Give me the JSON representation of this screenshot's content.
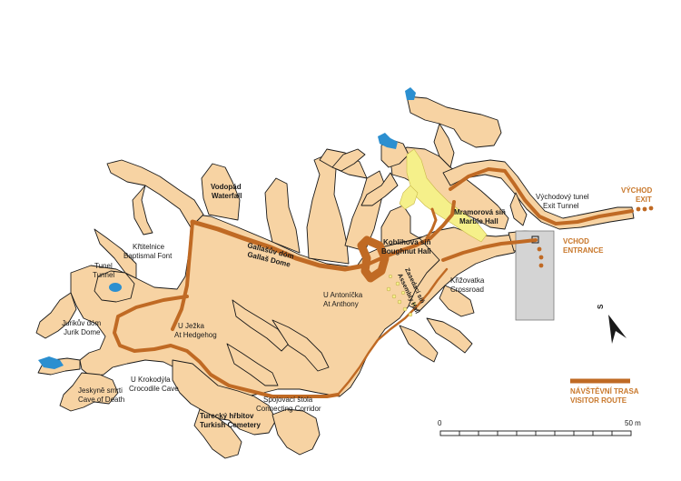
{
  "colors": {
    "cave_fill": "#f7d3a3",
    "cave_outline": "#1a1a1a",
    "route": "#c06a24",
    "water": "#2b8fd0",
    "marble": "#f5f08a",
    "entrance_building": "#d4d4d4"
  },
  "labels": {
    "vodopad_cz": "Vodopád",
    "vodopad_en": "Waterfall",
    "galasuv_cz": "Gallašův dóm",
    "galasuv_en": "Gallaš Dome",
    "krtitelnice_cz": "Křtitelnice",
    "krtitelnice_en": "Baptismal Font",
    "tunel_cz": "Tunel",
    "tunel_en": "Tunnel",
    "jurikuv_cz": "Jurikův dóm",
    "jurikuv_en": "Jurik Dome",
    "u_jezka_cz": "U Ježka",
    "u_jezka_en": "At Hedgehog",
    "krokodyla_cz": "U Krokodýla",
    "krokodyla_en": "Crocodile Cave",
    "jeskyne_smrti_cz": "Jeskyně smrti",
    "jeskyne_smrti_en": "Cave of Death",
    "turecky_cz": "Turecký hřbitov",
    "turecky_en": "Turkish Cemetery",
    "spojovaci_cz": "Spojovací štola",
    "spojovaci_en": "Connecting Corridor",
    "u_antonicka_cz": "U Antoníčka",
    "u_antonicka_en": "At Anthony",
    "koblihova_cz": "Koblihova síň",
    "koblihova_en": "Boughnut Hall",
    "zasedaci_cz": "Zasedací síň",
    "zasedaci_en": "Assembly Hall",
    "mramorova_cz": "Mramorová síň",
    "mramorova_en": "Marble Hall",
    "krizovatka_cz": "Křižovatka",
    "krizovatka_en": "Crossroad",
    "vychodovy_cz": "Východový tunel",
    "vychodovy_en": "Exit Tunnel",
    "vychod_cz": "VÝCHOD",
    "vychod_en": "EXIT",
    "vchod_cz": "VCHOD",
    "vchod_en": "ENTRANCE"
  },
  "legend": {
    "route_cz": "NÁVŠTĚVNÍ TRASA",
    "route_en": "VISITOR ROUTE"
  },
  "scale": {
    "start": "0",
    "end": "50 m"
  },
  "north": {
    "letter": "S"
  }
}
